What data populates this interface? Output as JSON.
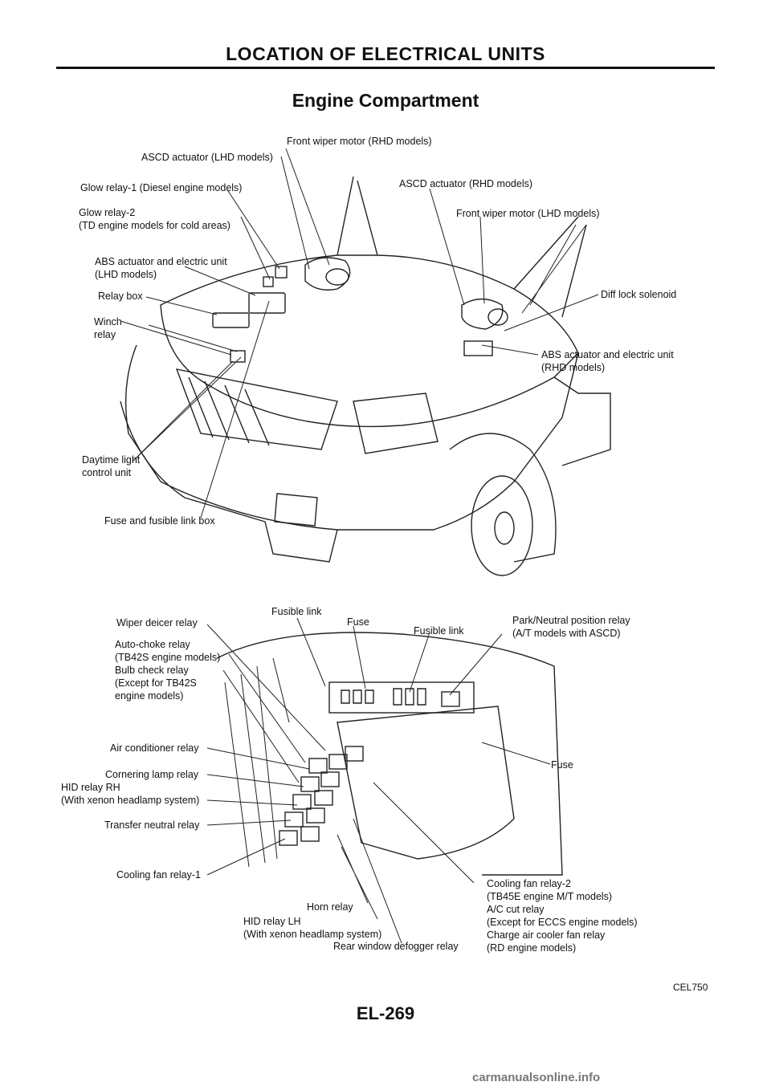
{
  "header": {
    "title": "LOCATION OF ELECTRICAL UNITS"
  },
  "section": {
    "title": "Engine Compartment"
  },
  "engine_labels": {
    "front_wiper_rhd": "Front wiper motor (RHD models)",
    "ascd_lhd": "ASCD actuator (LHD models)",
    "glow_relay_1": "Glow relay-1 (Diesel engine models)",
    "glow_relay_2": "Glow relay-2\n(TD engine models for cold areas)",
    "abs_lhd": "ABS actuator and electric unit\n(LHD models)",
    "relay_box": "Relay box",
    "winch_relay": "Winch\nrelay",
    "ascd_rhd": "ASCD actuator (RHD models)",
    "front_wiper_lhd": "Front wiper motor (LHD models)",
    "diff_lock": "Diff lock solenoid",
    "abs_rhd": "ABS actuator and electric unit\n(RHD models)",
    "daytime_light": "Daytime light\ncontrol unit",
    "fuse_link_box": "Fuse and fusible link box"
  },
  "relay_labels": {
    "wiper_deicer": "Wiper deicer relay",
    "fusible_link_1": "Fusible link",
    "fuse_1": "Fuse",
    "fusible_link_2": "Fusible link",
    "park_neutral": "Park/Neutral position relay\n(A/T models with ASCD)",
    "auto_choke": "Auto-choke relay\n(TB42S engine models)\nBulb check relay\n(Except for TB42S\nengine models)",
    "air_conditioner": "Air conditioner relay",
    "cornering_lamp": "Cornering lamp relay",
    "hid_rh": "HID relay RH\n(With xenon headlamp system)",
    "transfer_neutral": "Transfer neutral relay",
    "cooling_fan_1": "Cooling fan relay-1",
    "fuse_2": "Fuse",
    "horn": "Horn relay",
    "hid_lh": "HID relay LH\n(With xenon headlamp system)",
    "rear_defogger": "Rear window defogger relay",
    "cooling_fan_2": "Cooling fan relay-2\n(TB45E engine M/T models)\nA/C cut relay\n(Except for ECCS engine models)\nCharge air cooler fan relay\n(RD engine models)"
  },
  "figure_code": "CEL750",
  "page_number": "EL-269",
  "footer": "carmanualsonline.info"
}
